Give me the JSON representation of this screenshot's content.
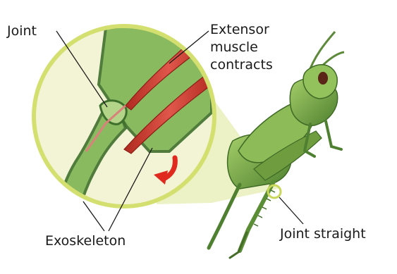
{
  "labels": {
    "joint": "Joint",
    "extensor_line1": "Extensor",
    "extensor_line2": "muscle",
    "extensor_line3": "contracts",
    "exoskeleton": "Exoskeleton",
    "joint_straight": "Joint straight"
  },
  "colors": {
    "callout_ring": "#d6e27a",
    "callout_fill": "#f4f4d8",
    "callout_beam": "#e4edac",
    "exoskeleton_green": "#6fa84a",
    "exoskeleton_dark": "#3f6f2c",
    "muscle_red": "#c8352a",
    "arrow_red": "#e02a1f",
    "grasshopper_body": "#7fb04e",
    "leader_line": "#1a1a1a"
  },
  "icons": {
    "motion_arrow": "curved-arrow-icon"
  }
}
